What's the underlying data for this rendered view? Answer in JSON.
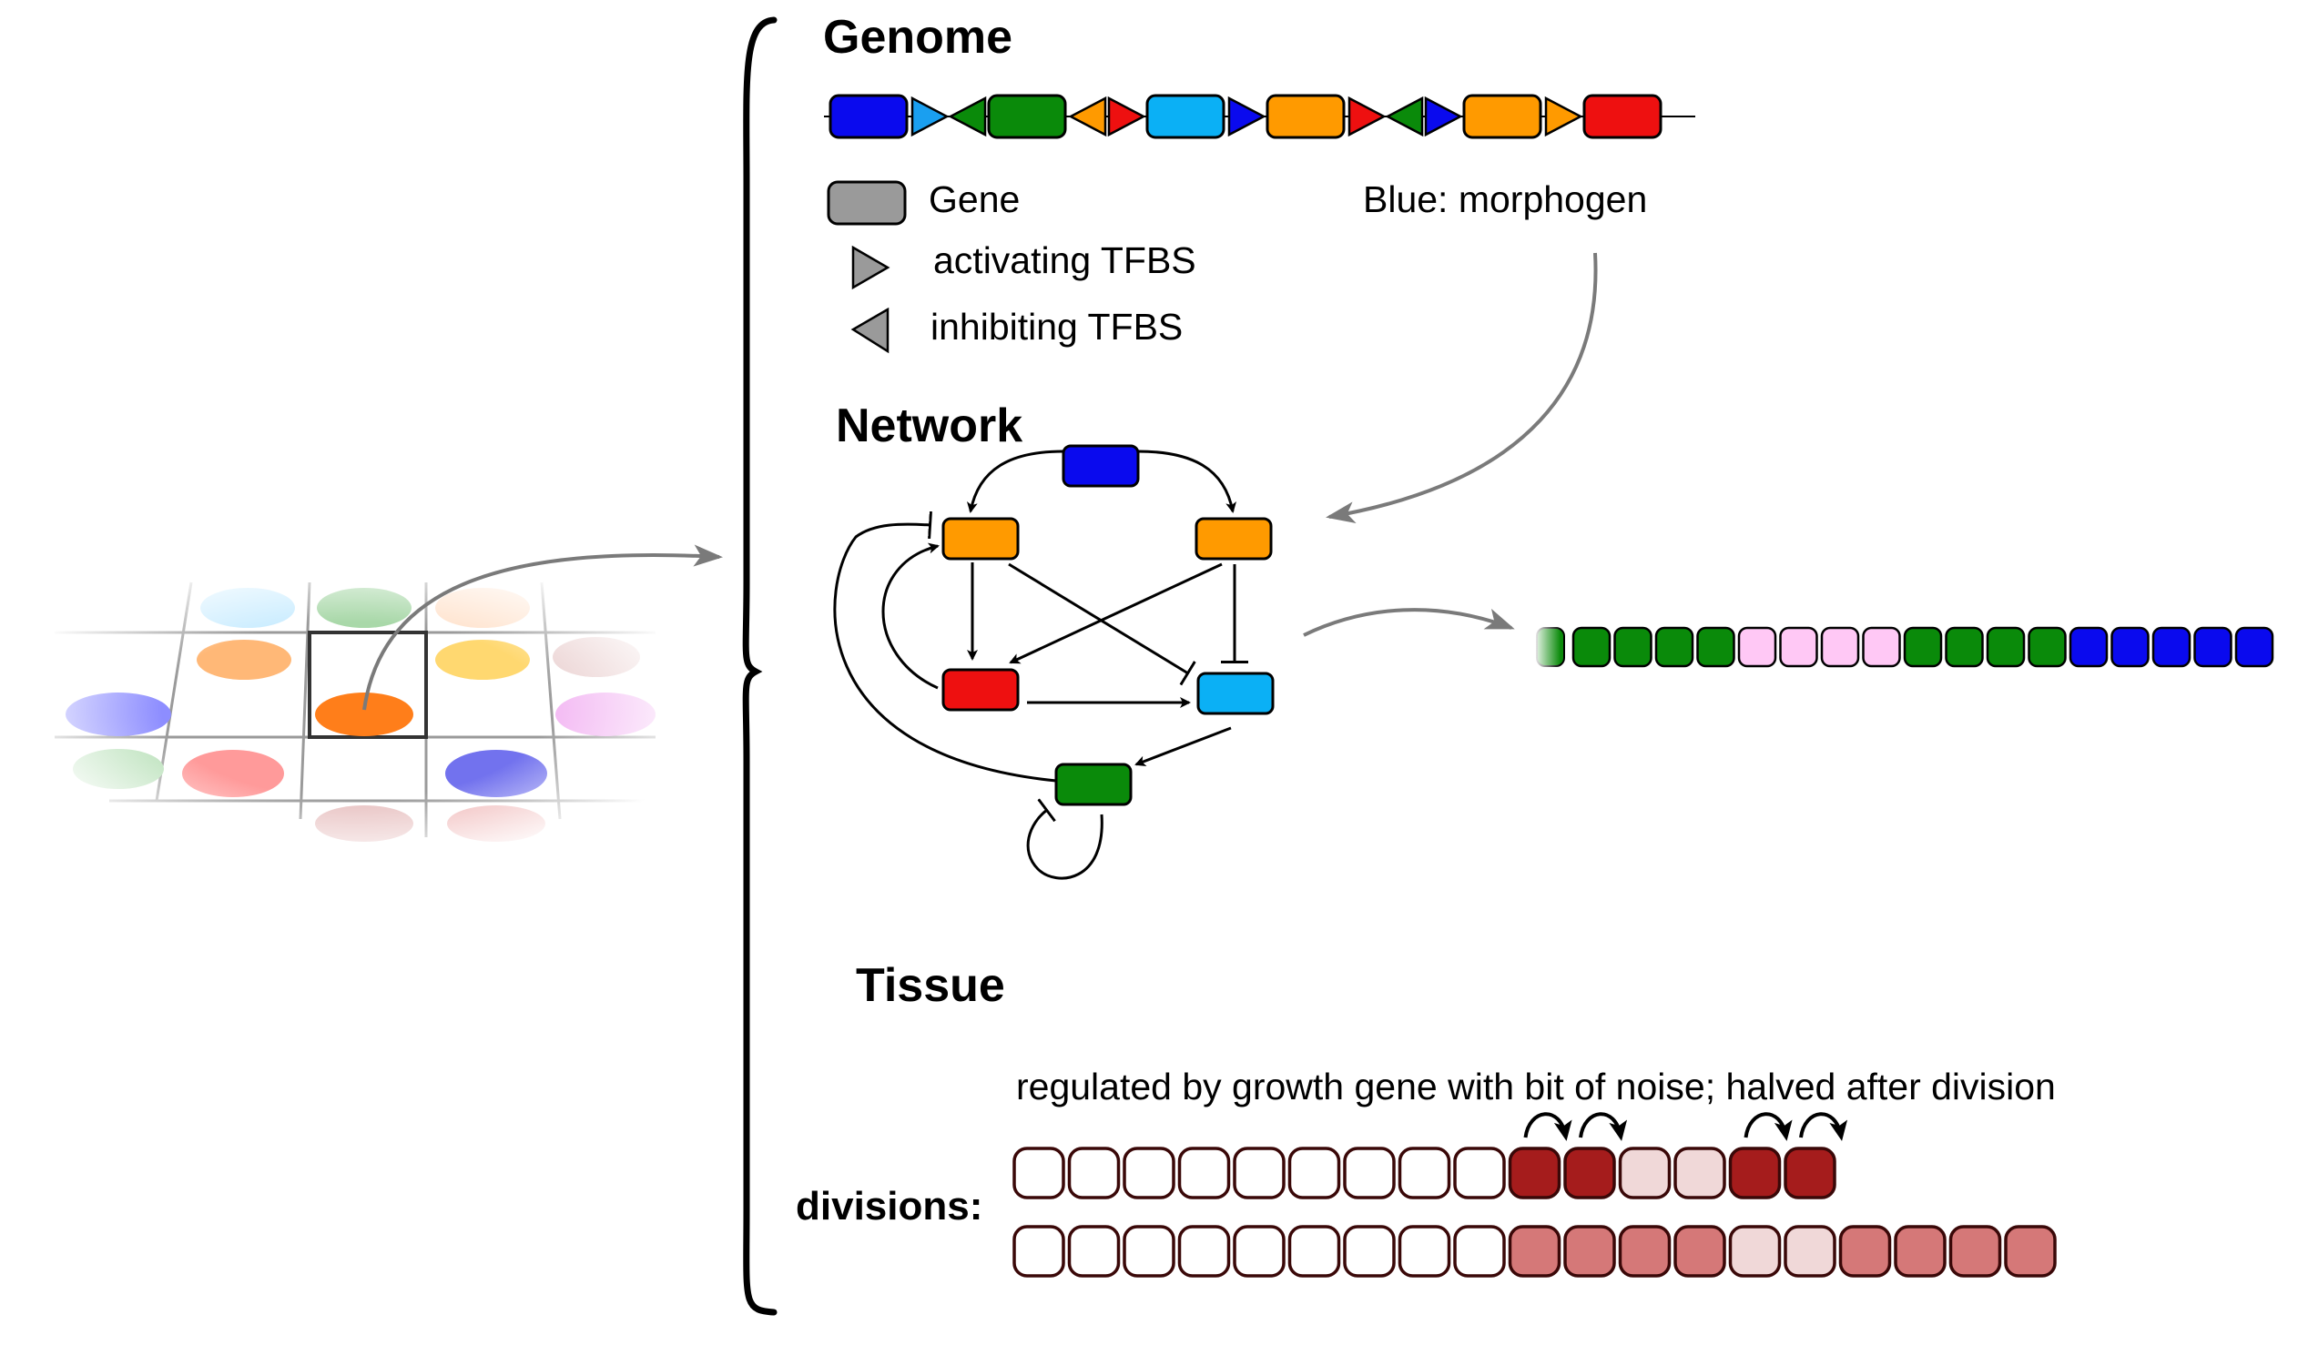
{
  "headings": {
    "genome": "Genome",
    "network": "Network",
    "tissue": "Tissue"
  },
  "legend": {
    "gene": "Gene",
    "activating": "activating TFBS",
    "inhibiting": "inhibiting TFBS",
    "morphogen_note": "Blue: morphogen"
  },
  "tissue": {
    "growth_note": "regulated by growth gene with bit of noise; halved after division",
    "divisions_label": "divisions:"
  },
  "colors": {
    "morphogen_blue": "#0a0aee",
    "orange": "#ff9a00",
    "green": "#0a8a0a",
    "red": "#ee1010",
    "cyan": "#0bb0f5",
    "light_blue_tfbs": "#1a9ff0",
    "pink": "#ffc8f5",
    "dark_red": "#a51c1c",
    "mid_red": "#d57878",
    "pale_red": "#f0d8d8"
  },
  "genome_strip": [
    {
      "kind": "gene",
      "color": "morphogen_blue"
    },
    {
      "kind": "act",
      "color": "light_blue_tfbs"
    },
    {
      "kind": "inh",
      "color": "green"
    },
    {
      "kind": "gene",
      "color": "green"
    },
    {
      "kind": "inh",
      "color": "orange"
    },
    {
      "kind": "act",
      "color": "red"
    },
    {
      "kind": "gene",
      "color": "cyan"
    },
    {
      "kind": "act",
      "color": "morphogen_blue"
    },
    {
      "kind": "gene",
      "color": "orange"
    },
    {
      "kind": "act",
      "color": "red"
    },
    {
      "kind": "inh",
      "color": "green"
    },
    {
      "kind": "act",
      "color": "morphogen_blue"
    },
    {
      "kind": "gene",
      "color": "orange"
    },
    {
      "kind": "act",
      "color": "orange"
    },
    {
      "kind": "gene",
      "color": "red"
    }
  ],
  "pattern_row": [
    "green",
    "green",
    "green",
    "green",
    "pink",
    "pink",
    "pink",
    "pink",
    "green",
    "green",
    "green",
    "green",
    "morphogen_blue",
    "morphogen_blue",
    "morphogen_blue",
    "morphogen_blue",
    "morphogen_blue"
  ],
  "division_rows": [
    [
      "white",
      "white",
      "white",
      "white",
      "white",
      "white",
      "white",
      "white",
      "white",
      "dark_red",
      "dark_red",
      "pale_red",
      "pale_red",
      "dark_red",
      "dark_red"
    ],
    [
      "white",
      "white",
      "white",
      "white",
      "white",
      "white",
      "white",
      "white",
      "white",
      "mid_red",
      "mid_red",
      "mid_red",
      "mid_red",
      "pale_red",
      "pale_red",
      "mid_red",
      "mid_red",
      "mid_red",
      "mid_red"
    ]
  ],
  "growth_arrows_over_cells": [
    9,
    10,
    13,
    14
  ]
}
